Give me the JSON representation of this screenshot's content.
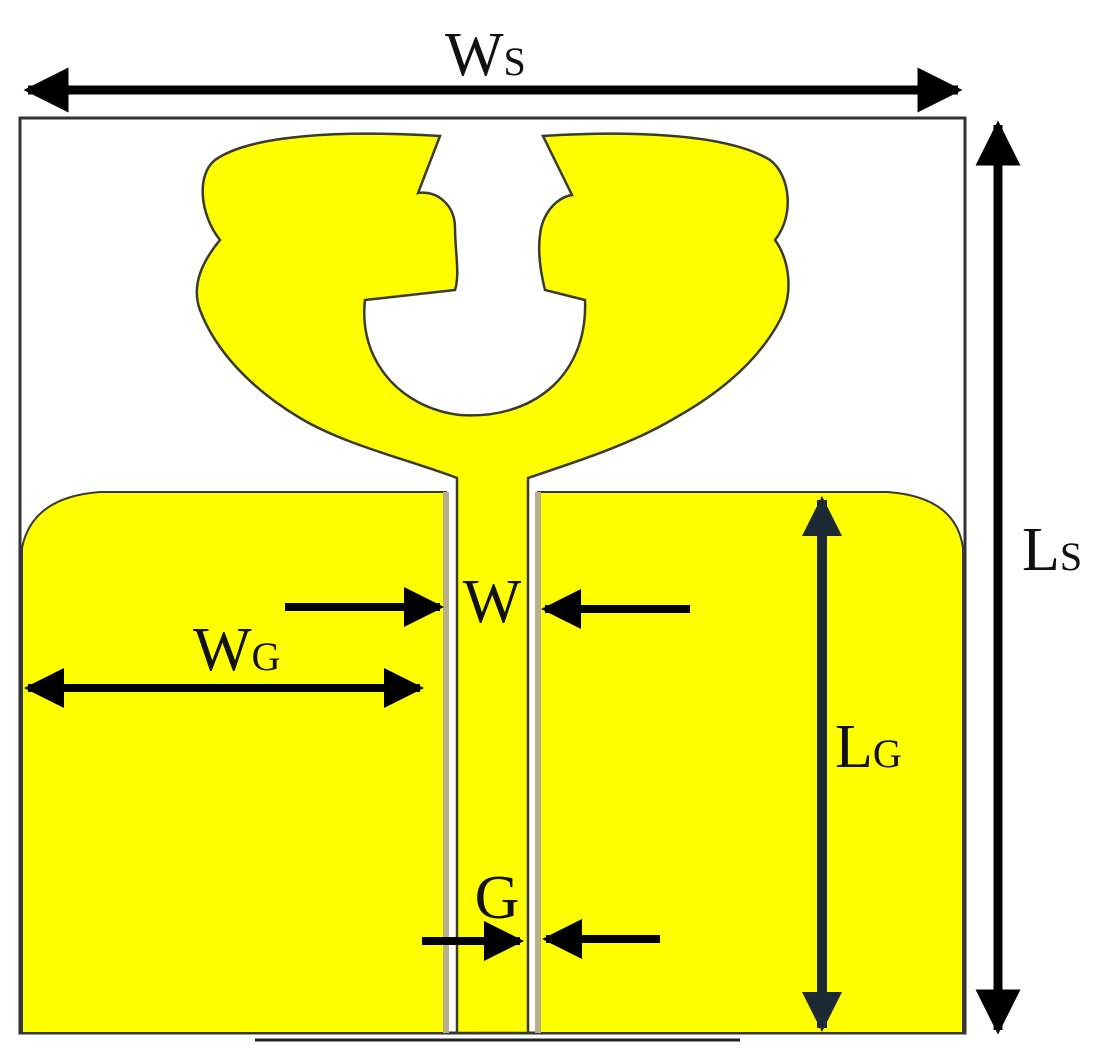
{
  "diagram": {
    "colors": {
      "metal": "#FFFF00",
      "metal_outline": "#3a3a2a",
      "substrate_outline": "#333333",
      "slot_edge": "#b8b08a",
      "arrow": "#000000",
      "arrow_dark": "#1c2a33"
    },
    "labels": {
      "ws_main": "W",
      "ws_sub": "S",
      "ls_main": "L",
      "ls_sub": "S",
      "w": "W",
      "wg_main": "W",
      "wg_sub": "G",
      "lg_main": "L",
      "lg_sub": "G",
      "g": "G"
    }
  }
}
